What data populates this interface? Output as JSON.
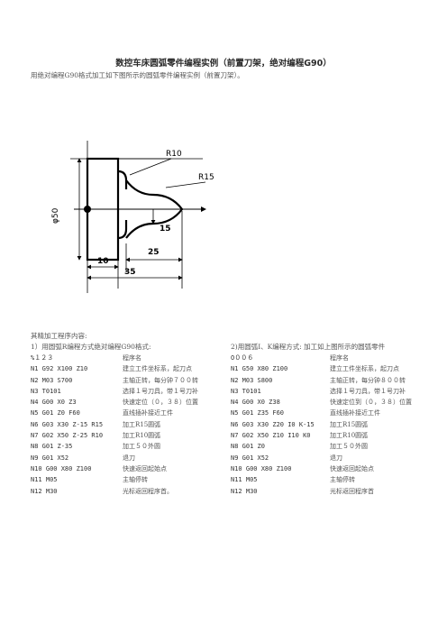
{
  "title": "数控车床圆弧零件编程实例（前置刀架，绝对编程G90）",
  "intro": "用绝对编程G90格式加工如下图所示的圆弧零件编程实例（前置刀架）。",
  "figure": {
    "dim_diameter": "φ50",
    "dim_r10": "R10",
    "dim_r15": "R15",
    "dim_15": "15",
    "dim_25": "25",
    "dim_10": "10",
    "dim_35": "35"
  },
  "section_label": "其精加工程序内容:",
  "left": {
    "heading": "1）用圆弧R编程方式绝对编程G90格式:",
    "rows": [
      {
        "code": "%１２３",
        "note": "程序名"
      },
      {
        "code": "N1  G92 X100 Z10",
        "note": "建立工件坐标系，起刀点"
      },
      {
        "code": "N2  M03 S700",
        "note": "主轴正转，每分钟７００转"
      },
      {
        "code": "N3  T0101",
        "note": "选择１号刀具，带１号刀补"
      },
      {
        "code": "N4  G00 X0 Z3",
        "note": "快速定位（０，３８）位置"
      },
      {
        "code": "N5  G01 Z0 F60",
        "note": "直线插补接近工件"
      },
      {
        "code": "N6  G03 X30 Z-15 R15",
        "note": "加工R15圆弧"
      },
      {
        "code": "N7  G02 X50 Z-25 R10",
        "note": "加工R10圆弧"
      },
      {
        "code": "N8  G01 Z-35",
        "note": "加工５０外圆"
      },
      {
        "code": "N9  G01 X52",
        "note": "退刀"
      },
      {
        "code": "N10 G00 X80 Z100",
        "note": "快速返回起始点"
      },
      {
        "code": "N11 M05",
        "note": "主轴停转"
      },
      {
        "code": "N12 M30",
        "note": "光标返回程序首。"
      }
    ]
  },
  "right": {
    "heading": "2)用圆弧I、K编程方式: 加工如上图所示的圆弧零件",
    "rows": [
      {
        "code": "O００６",
        "note": "程序名"
      },
      {
        "code": "N1  G50 X80 Z100",
        "note": "建立工件坐标系，起刀点"
      },
      {
        "code": "N2  M03 S800",
        "note": "主轴正转，每分钟８００转"
      },
      {
        "code": "N3  T0101",
        "note": "选择１号刀具，带１号刀补"
      },
      {
        "code": "N4  G00 X0 Z38",
        "note": "快速定位到（０，３８）位置"
      },
      {
        "code": "N5  G01 Z35 F60",
        "note": "直线插补接近工件"
      },
      {
        "code": "N6  G03 X30 Z20 I0 K-15",
        "note": "加工R15圆弧"
      },
      {
        "code": "N7  G02 X50 Z10 I10 K0",
        "note": "加工R10圆弧"
      },
      {
        "code": "N8  G01 Z0",
        "note": "加工５０外圆"
      },
      {
        "code": "N9  G01 X52",
        "note": "退刀"
      },
      {
        "code": "N10 G00 X80 Z100",
        "note": "快速返回起始点"
      },
      {
        "code": "N11 M05",
        "note": "主轴停转"
      },
      {
        "code": "N12 M30",
        "note": "光标返回程序首"
      }
    ]
  }
}
